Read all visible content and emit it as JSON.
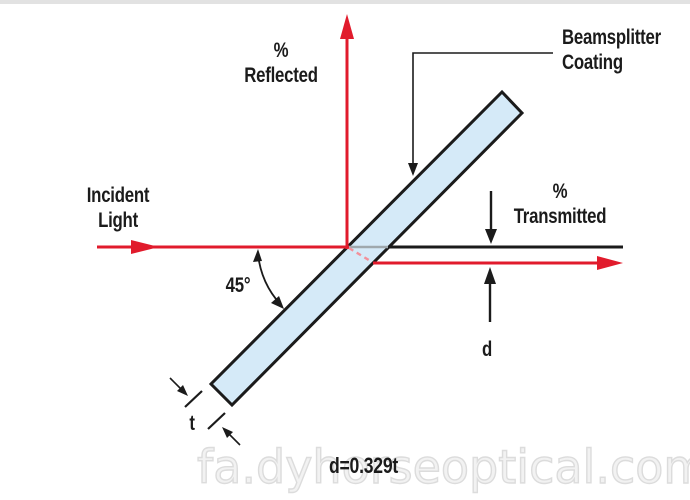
{
  "diagram": {
    "title_hint": "plate beamsplitter geometry",
    "labels": {
      "reflected": {
        "line1": "%",
        "line2": "Reflected"
      },
      "incident": {
        "line1": "Incident",
        "line2": "Light"
      },
      "coating": {
        "line1": "Beamsplitter",
        "line2": "Coating"
      },
      "transmitted": {
        "line1": "%",
        "line2": "Transmitted"
      },
      "angle": "45°",
      "thickness": "t",
      "displacement": "d",
      "formula": "d=0.329t"
    },
    "watermark": "fa.dyhorseoptical.com",
    "colors": {
      "beam": "#e11b2c",
      "plate_fill": "#d5eaf8",
      "outline": "#1b1b1b",
      "dashed_ray": "#f2919b",
      "watermark_gray": "#dcdcdc"
    }
  }
}
